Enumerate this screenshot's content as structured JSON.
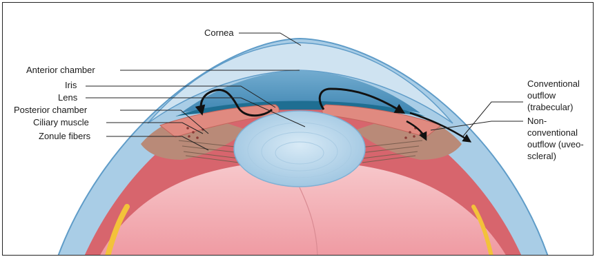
{
  "diagram": {
    "labels": {
      "cornea": "Cornea",
      "anterior_chamber": "Anterior chamber",
      "iris": "Iris",
      "lens": "Lens",
      "posterior_chamber": "Posterior chamber",
      "ciliary_muscle": "Ciliary muscle",
      "zonule_fibers": "Zonule fibers",
      "conventional_outflow": [
        "Conventional",
        "outflow",
        "(trabecular)"
      ],
      "nonconventional_outflow": [
        "Non-",
        "conventional",
        "outflow (uveo-",
        "scleral)"
      ]
    },
    "colors": {
      "sclera": "#a9cde6",
      "sclera_edge": "#5f9cc8",
      "anterior_chamber": "#4f95bd",
      "angle": "#1f6e92",
      "iris": "#e08a80",
      "ciliary": "#b98a78",
      "lens": "#bcd8ec",
      "vitreous": "#f2bcc0",
      "retina": "#d7656d",
      "flow_arrow": "#111111"
    }
  }
}
